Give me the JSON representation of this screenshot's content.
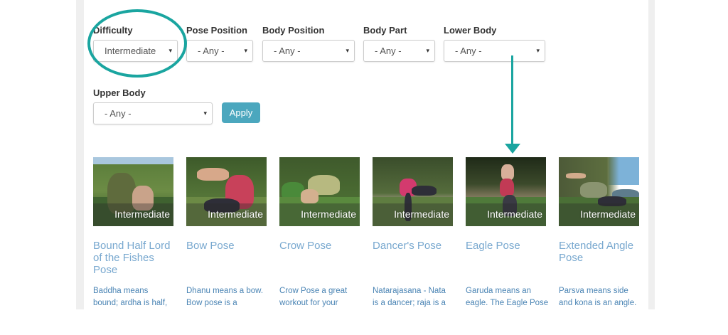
{
  "filters": {
    "difficulty": {
      "label": "Difficulty",
      "value": "Intermediate"
    },
    "pose_position": {
      "label": "Pose Position",
      "value": "- Any -"
    },
    "body_position": {
      "label": "Body Position",
      "value": "- Any -"
    },
    "body_part": {
      "label": "Body Part",
      "value": "- Any -"
    },
    "lower_body": {
      "label": "Lower Body",
      "value": "- Any -"
    },
    "upper_body": {
      "label": "Upper Body",
      "value": "- Any -"
    },
    "apply_label": "Apply",
    "caret_icon": "▾"
  },
  "annotations": {
    "highlight_color": "#1aa5a0",
    "highlight_target": "difficulty-filter",
    "arrow_target": "eagle-pose-card"
  },
  "colors": {
    "accent": "#4ba7be",
    "title_link": "#78a8cf",
    "description_text": "#4a84b4"
  },
  "poses": [
    {
      "title": "Bound Half Lord of the Fishes Pose",
      "badge": "Intermediate",
      "desc_line1": "Baddha means",
      "desc_line2": "bound; ardha is half,"
    },
    {
      "title": "Bow Pose",
      "badge": "Intermediate",
      "desc_line1": "Dhanu means a bow.",
      "desc_line2": "Bow pose is a"
    },
    {
      "title": "Crow Pose",
      "badge": "Intermediate",
      "desc_line1": "Crow Pose a great",
      "desc_line2": "workout for your"
    },
    {
      "title": "Dancer's Pose",
      "badge": "Intermediate",
      "desc_line1": "Natarajasana - Nata",
      "desc_line2": "is a dancer; raja is a"
    },
    {
      "title": "Eagle Pose",
      "badge": "Intermediate",
      "desc_line1": "Garuda means an",
      "desc_line2": "eagle. The Eagle Pose"
    },
    {
      "title": "Extended Angle Pose",
      "badge": "Intermediate",
      "desc_line1": "Parsva means side",
      "desc_line2": "and kona is an angle."
    }
  ]
}
